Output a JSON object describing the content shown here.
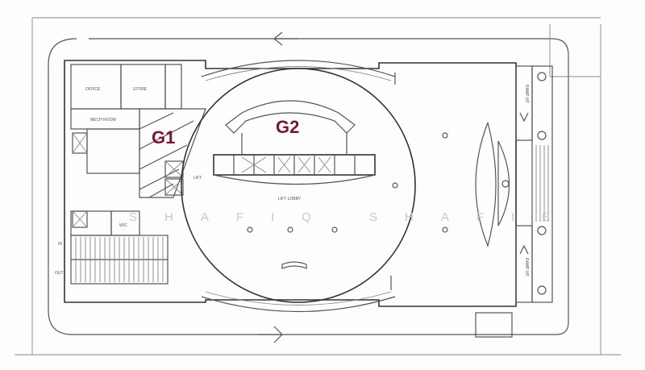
{
  "zones": {
    "g1": "G1",
    "g2": "G2"
  },
  "rooms": {
    "lift_lobby": "LIFT LOBBY",
    "lift": "LIFT",
    "ramp_up_top": "RAMP UP",
    "ramp_up_bottom": "RAMP UP",
    "entry_in": "IN",
    "entry_out": "OUT",
    "mech_room": "MECH ROOM",
    "wc": "W/C"
  },
  "watermark": "SHAFIQ SHAFIE",
  "colors": {
    "zone_label": "#7a1730",
    "lines": "#555555"
  }
}
